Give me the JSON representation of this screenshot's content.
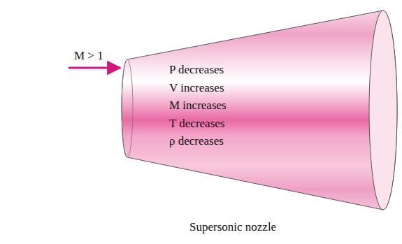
{
  "diagram": {
    "caption": "Supersonic nozzle",
    "nodes": [
      {
        "text": [
          "P decreases",
          "V increases",
          "M increases",
          "T decreases",
          "ρ decreases"
        ]
      }
    ],
    "labels": [
      "M > 1"
    ]
  }
}
